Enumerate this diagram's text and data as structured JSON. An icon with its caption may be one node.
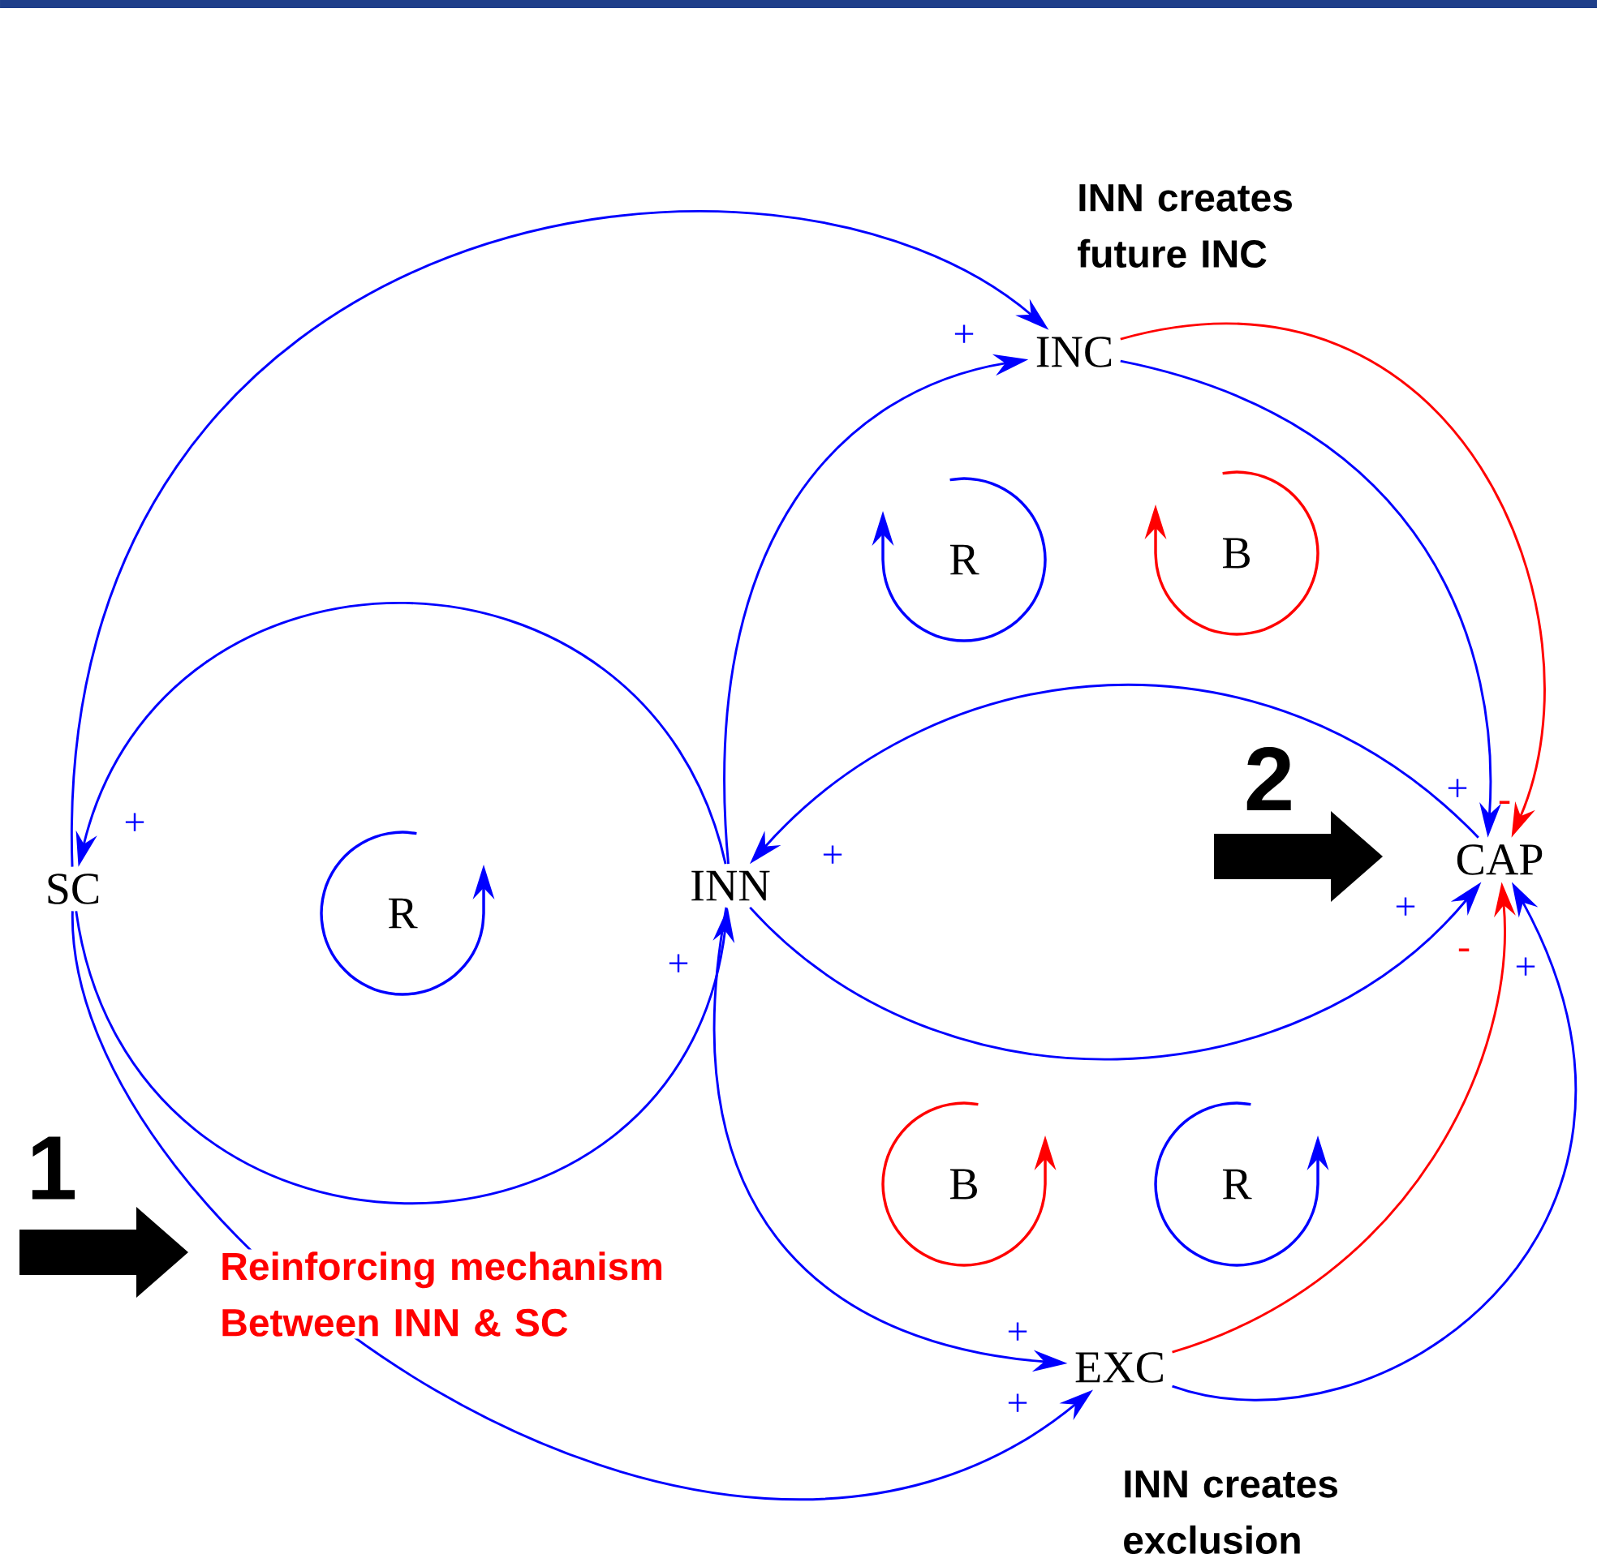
{
  "diagram": {
    "nodes": [
      {
        "text": [
          "SC"
        ]
      },
      {
        "text": [
          "INC"
        ]
      },
      {
        "text": [
          "INN"
        ]
      },
      {
        "text": [
          "CAP"
        ]
      },
      {
        "text": [
          "EXC"
        ]
      }
    ],
    "edges": [
      {
        "from": 0,
        "to": 1,
        "arrow": "to"
      },
      {
        "from": 2,
        "to": 1,
        "arrow": "to",
        "label": "+"
      },
      {
        "from": 1,
        "to": 3,
        "arrow": "to",
        "label": "+"
      },
      {
        "from": 1,
        "to": 3,
        "arrow": "to",
        "label": "-",
        "color": "#ff0000"
      },
      {
        "from": 3,
        "to": 2,
        "arrow": "to",
        "label": "+"
      },
      {
        "from": 2,
        "to": 0,
        "arrow": "to",
        "label": "+"
      },
      {
        "from": 0,
        "to": 2,
        "arrow": "to",
        "label": "+"
      },
      {
        "from": 2,
        "to": 3,
        "arrow": "to",
        "label": "+"
      },
      {
        "from": 2,
        "to": 4,
        "arrow": "to",
        "label": "+"
      },
      {
        "from": 0,
        "to": 4,
        "arrow": "to",
        "label": "+"
      },
      {
        "from": 4,
        "to": 3,
        "arrow": "to",
        "label": "-",
        "color": "#ff0000"
      },
      {
        "from": 4,
        "to": 3,
        "arrow": "to",
        "label": "+"
      }
    ],
    "labels": [
      "INN creates future INC",
      "R",
      "B",
      "2",
      "R",
      "1",
      "B",
      "R",
      "Reinforcing mechanism Between INN & SC",
      "INN creates exclusion"
    ]
  }
}
